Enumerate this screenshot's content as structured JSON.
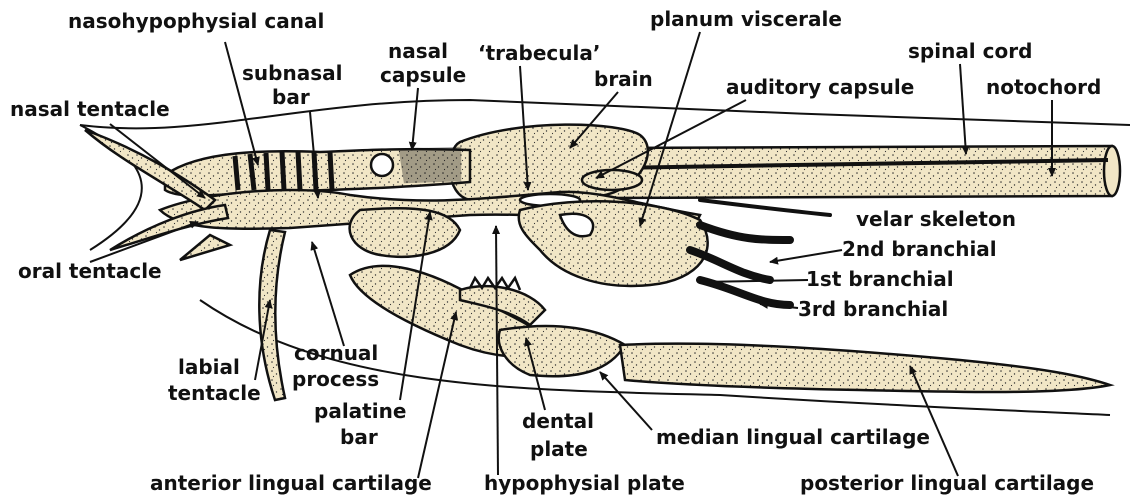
{
  "labels": {
    "nasohypophysial_canal": "nasohypophysial canal",
    "nasal_capsule_1": "nasal",
    "nasal_capsule_2": "capsule",
    "trabecula": "‘trabecula’",
    "planum_viscerale": "planum viscerale",
    "spinal_cord": "spinal cord",
    "subnasal_bar_1": "subnasal",
    "subnasal_bar_2": "bar",
    "brain": "brain",
    "auditory_capsule": "auditory capsule",
    "notochord": "notochord",
    "nasal_tentacle": "nasal tentacle",
    "velar_skeleton": "velar skeleton",
    "second_branchial": "2nd branchial",
    "oral_tentacle": "oral tentacle",
    "first_branchial": "1st branchial",
    "third_branchial": "3rd branchial",
    "labial_tentacle_1": "labial",
    "labial_tentacle_2": "tentacle",
    "cornual_process_1": "cornual",
    "cornual_process_2": "process",
    "palatine_bar_1": "palatine",
    "palatine_bar_2": "bar",
    "dental_plate_1": "dental",
    "dental_plate_2": "plate",
    "median_lingual_cartilage": "median lingual cartilage",
    "anterior_lingual_cartilage": "anterior lingual cartilage",
    "hypophysial_plate": "hypophysial plate",
    "posterior_lingual_cartilage": "posterior lingual cartilage"
  },
  "colors": {
    "cartilage_fill": "#f1e6c6",
    "ink": "#111111",
    "background": "#ffffff"
  }
}
